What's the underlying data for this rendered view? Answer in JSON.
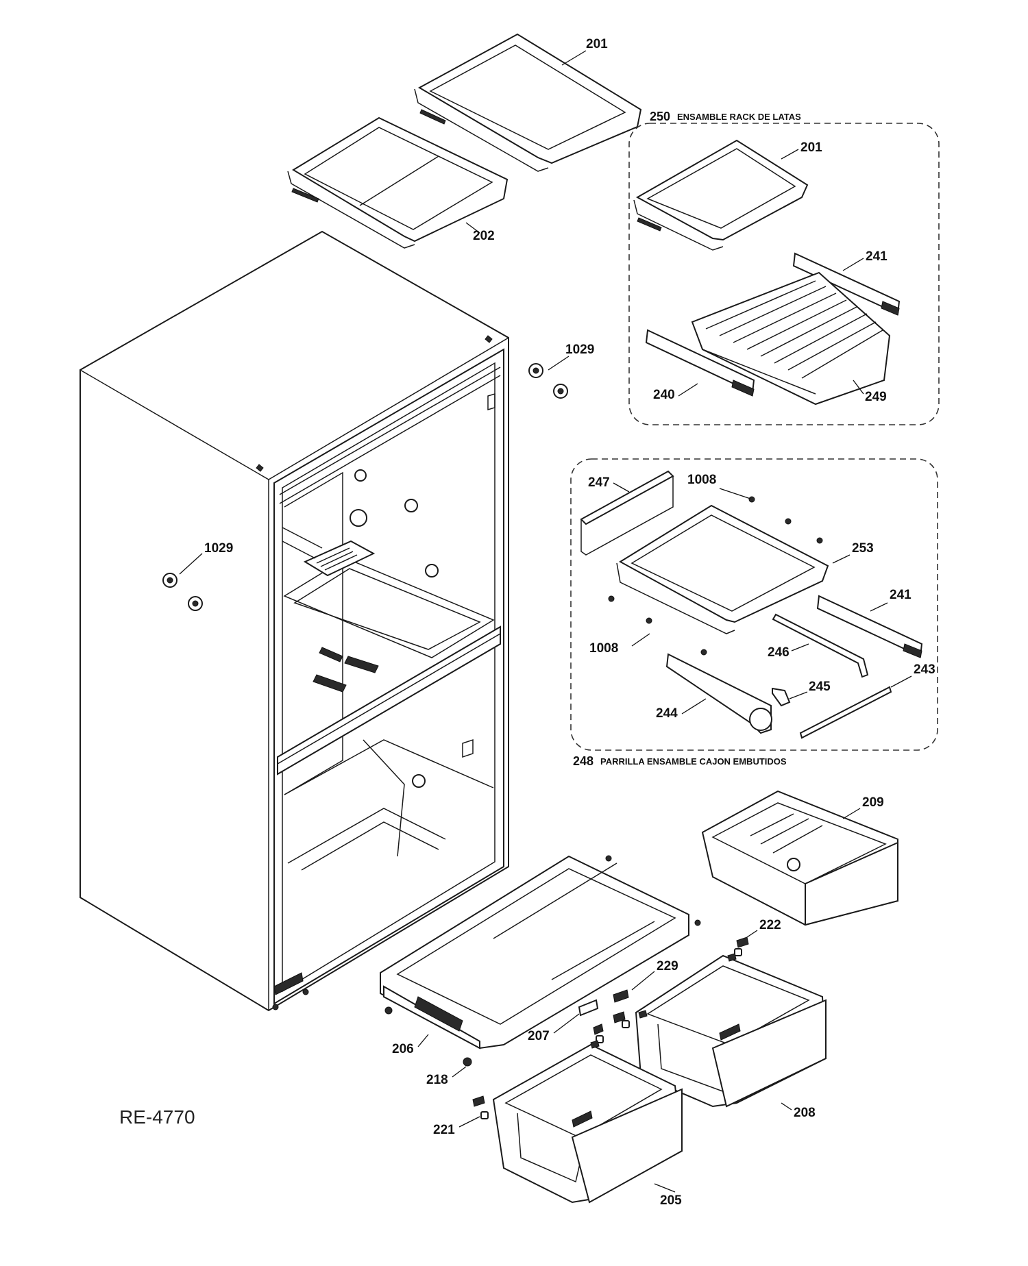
{
  "diagram": {
    "doc_id": "RE-4770",
    "groups": {
      "can_rack": {
        "number": "250",
        "title": "ENSAMBLE RACK DE LATAS"
      },
      "deli_drawer": {
        "number": "248",
        "title": "PARRILLA ENSAMBLE CAJON EMBUTIDOS"
      }
    },
    "callouts": {
      "shelf_201_top": "201",
      "shelf_202": "202",
      "hinge_1029_right": "1029",
      "hinge_1029_left": "1029",
      "shelf_201_group": "201",
      "rail_241_top": "241",
      "rail_240": "240",
      "rack_249": "249",
      "cover_247": "247",
      "screw_1008_top": "1008",
      "shelf_253": "253",
      "rail_241_mid": "241",
      "screw_1008_bottom": "1008",
      "rod_246": "246",
      "clip_245": "245",
      "rail_244": "244",
      "strip_243": "243",
      "pan_209": "209",
      "cap_222": "222",
      "clip_229": "229",
      "shelf_206": "206",
      "clip_207": "207",
      "bin_208": "208",
      "nut_218": "218",
      "cap_221": "221",
      "bin_205": "205"
    }
  }
}
